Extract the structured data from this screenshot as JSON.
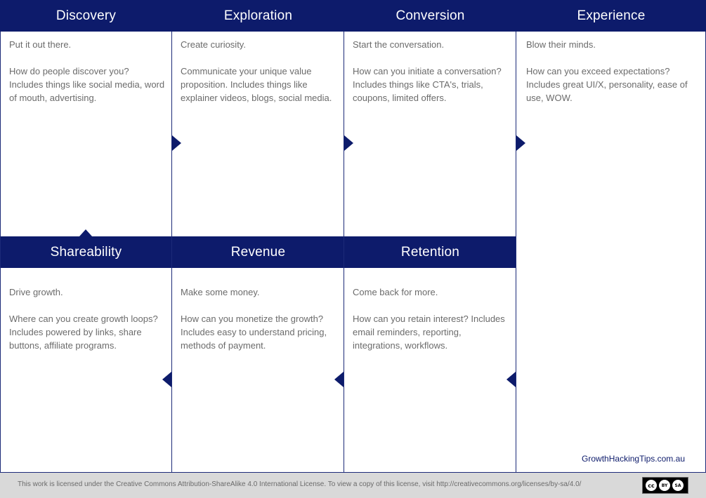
{
  "cells": {
    "discovery": {
      "title": "Discovery",
      "tagline": "Put it out there.",
      "body": "How do people discover you? Includes things like social media, word of mouth, advertising."
    },
    "exploration": {
      "title": "Exploration",
      "tagline": "Create curiosity.",
      "body": "Communicate your unique value proposition. Includes things like explainer videos, blogs, social media."
    },
    "conversion": {
      "title": "Conversion",
      "tagline": "Start the conversation.",
      "body": "How can you initiate a conversation? Includes things like CTA's, trials, coupons, limited offers."
    },
    "experience": {
      "title": "Experience",
      "tagline": "Blow their minds.",
      "body": "How can you exceed expectations? Includes great UI/X, personality, ease of use, WOW."
    },
    "shareability": {
      "title": "Shareability",
      "tagline": "Drive growth.",
      "body": "Where can you create growth loops? Includes powered by links, share buttons, affiliate programs."
    },
    "revenue": {
      "title": "Revenue",
      "tagline": "Make some money.",
      "body": "How can you monetize the growth? Includes easy to understand pricing, methods of payment."
    },
    "retention": {
      "title": "Retention",
      "tagline": "Come back for more.",
      "body": "How can you retain interest? Includes email reminders, reporting, integrations, workflows."
    }
  },
  "site_link": "GrowthHackingTips.com.au",
  "footer": {
    "license_text": "This work is licensed under the Creative Commons Attribution-ShareAlike 4.0 International License. To view a copy of this license, visit http://creativecommons.org/licenses/by-sa/4.0/",
    "badge_cc": "cc",
    "badge_by": "BY",
    "badge_sa": "SA"
  },
  "colors": {
    "header_bg": "#0d1b6b",
    "header_text": "#ffffff",
    "body_text": "#6b6b6b",
    "footer_bg": "#d9d9d9"
  }
}
